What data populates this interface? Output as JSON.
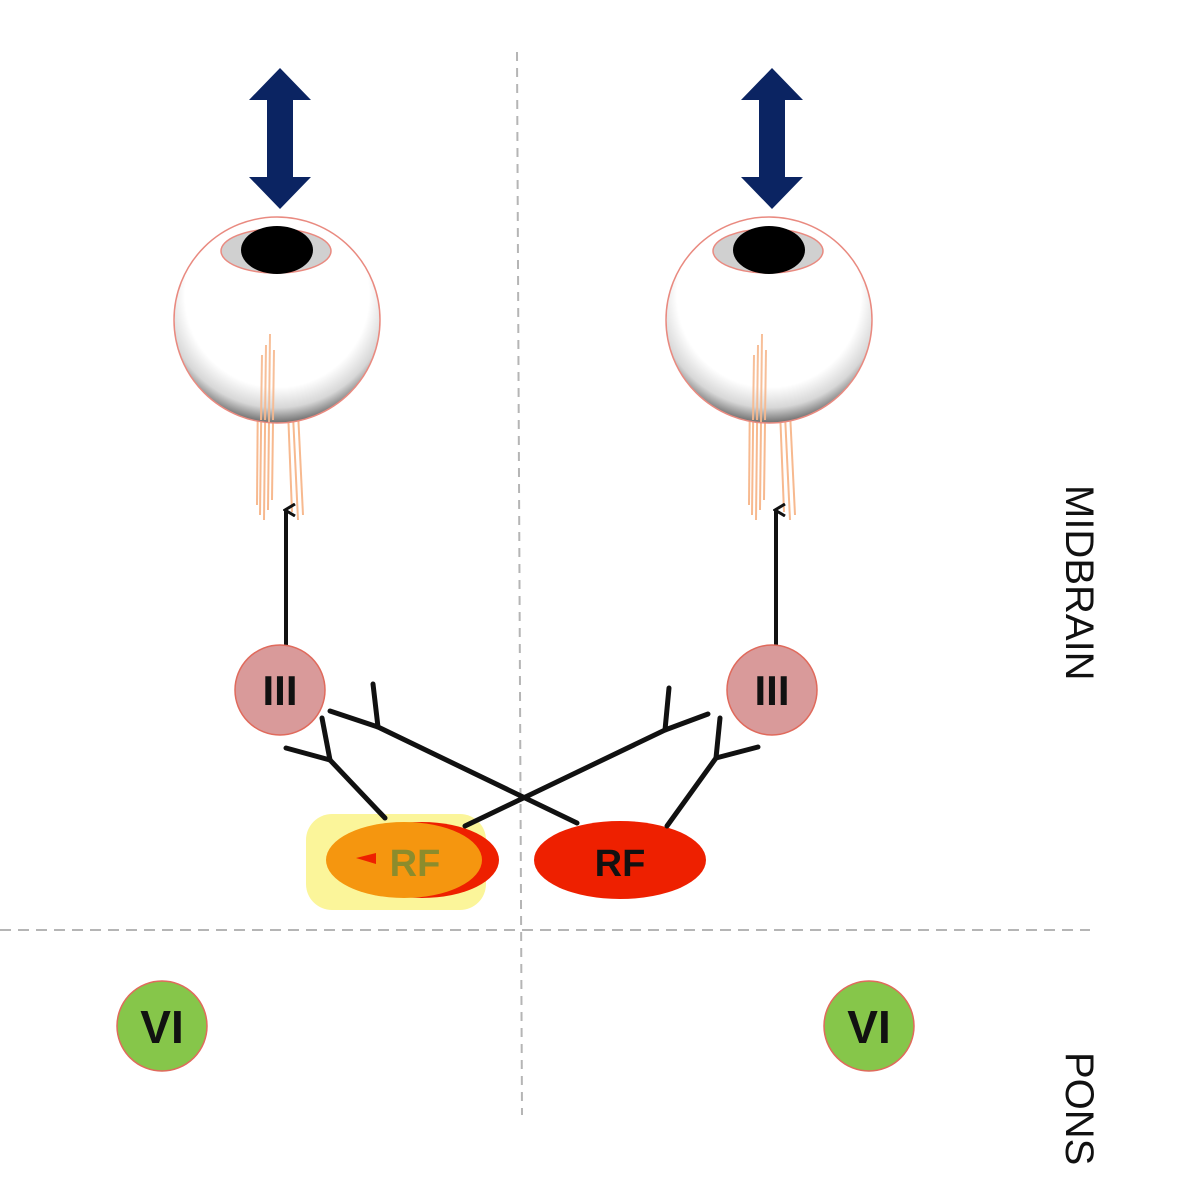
{
  "regions": {
    "upper": "MIDBRAIN",
    "lower": "PONS"
  },
  "nuclei": {
    "oculomotor_left": "III",
    "oculomotor_right": "III",
    "reticular_left": "RF",
    "reticular_right": "RF",
    "abducens_left": "VI",
    "abducens_right": "VI"
  },
  "colors": {
    "arrow": "#0b2462",
    "oculomotor": "#d99a9a",
    "abducens": "#86c64a",
    "reticular_active": "#f5960f",
    "reticular": "#ee2000",
    "highlight": "#fbf59a",
    "muscle": "#f7b98f",
    "divider": "#b5b5b5"
  },
  "icons": {
    "vertical_movement": "double-arrow-vertical-icon",
    "eye": "eyeball-icon"
  }
}
